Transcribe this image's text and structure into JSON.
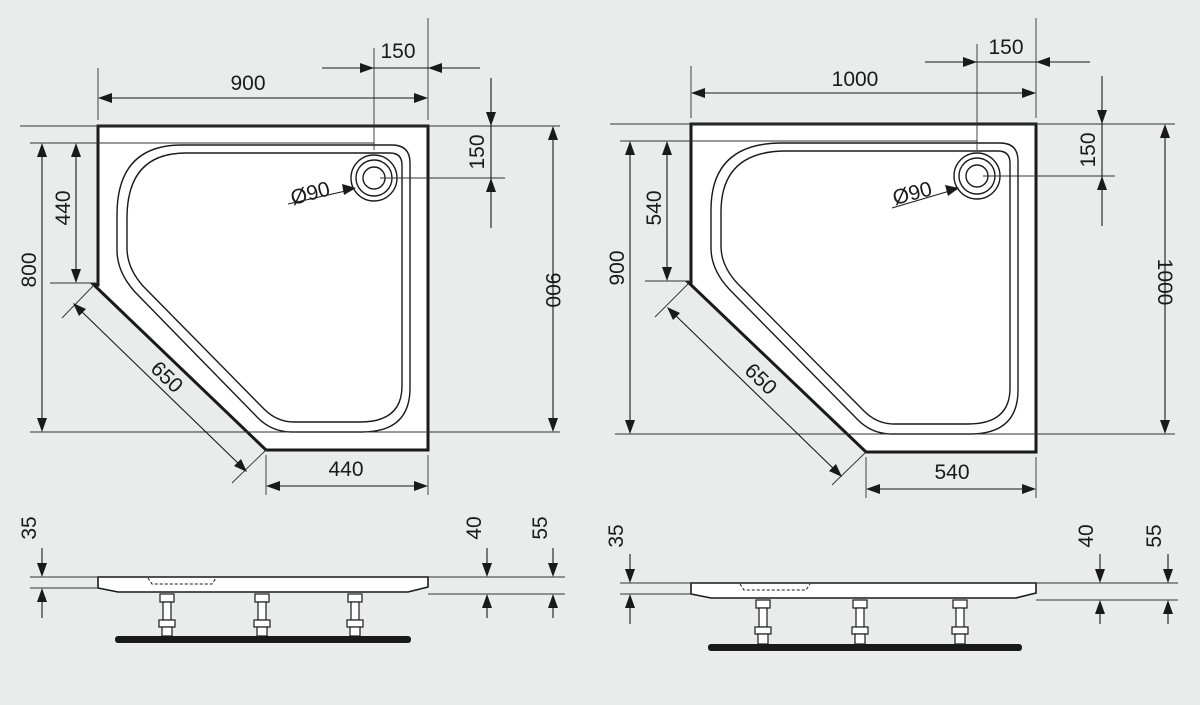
{
  "colors": {
    "background": "#eaebeb",
    "line": "#1a1a1a",
    "tray_fill": "#ffffff"
  },
  "tray_900": {
    "width": "900",
    "drain_offset_x": "150",
    "drain_offset_y": "150",
    "left_side": "440",
    "depth_left": "800",
    "depth_right": "900",
    "diagonal": "650",
    "drain_diameter": "Ø90",
    "bottom_side": "440",
    "section_left_height": "35",
    "section_edge_height": "40",
    "section_total_height": "55"
  },
  "tray_1000": {
    "width": "1000",
    "drain_offset_x": "150",
    "drain_offset_y": "150",
    "left_side": "540",
    "depth_left": "900",
    "depth_right": "1000",
    "diagonal": "650",
    "drain_diameter": "Ø90",
    "bottom_side": "540",
    "section_left_height": "35",
    "section_edge_height": "40",
    "section_total_height": "55"
  }
}
